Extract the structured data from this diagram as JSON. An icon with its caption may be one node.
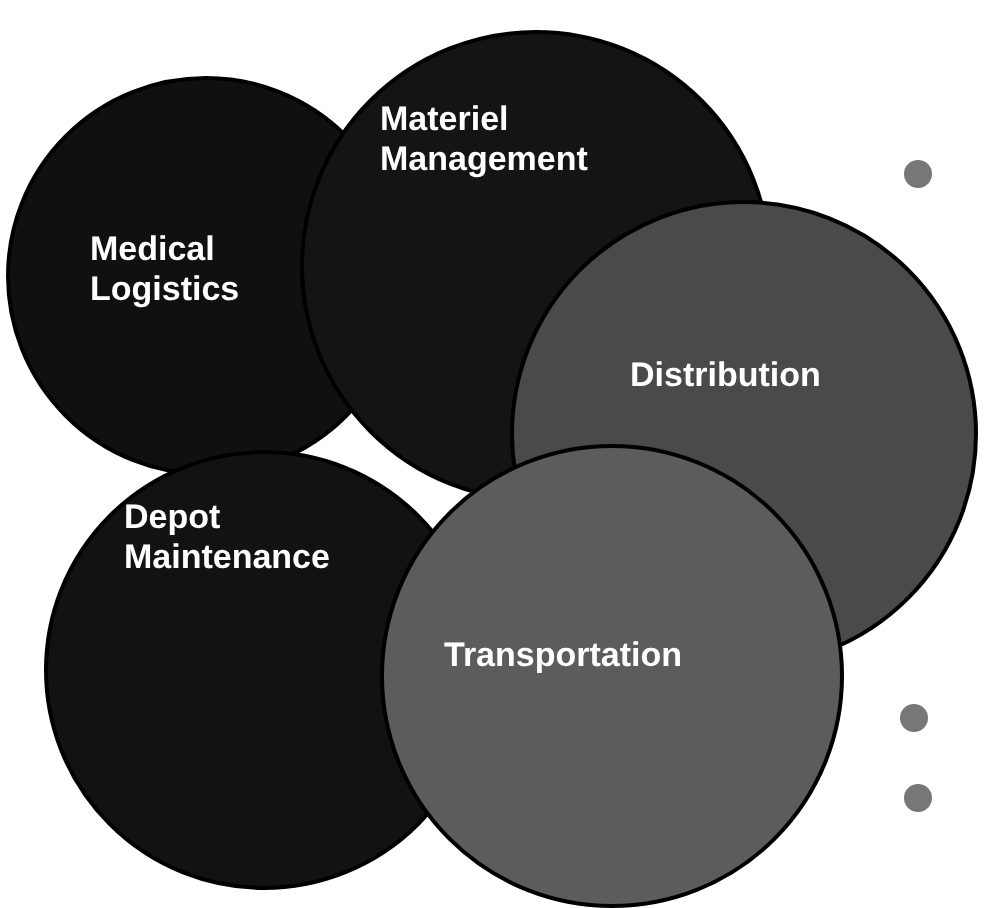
{
  "diagram": {
    "nodes": [
      {
        "text": [
          "Materiel Management"
        ]
      },
      {
        "text": [
          "Medical Logistics"
        ]
      },
      {
        "text": [
          "Distribution"
        ]
      },
      {
        "text": [
          "Depot Maintenance"
        ]
      },
      {
        "text": [
          "Transportation"
        ]
      }
    ]
  }
}
